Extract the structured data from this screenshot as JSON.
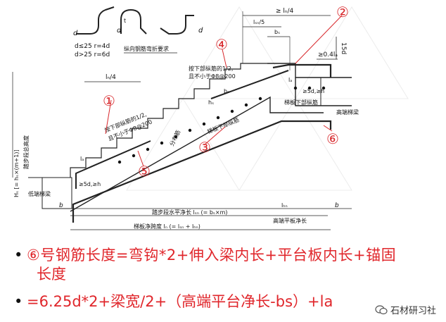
{
  "drawing": {
    "hook_note_1": "d≤25  r=4d",
    "hook_note_2": "d>25  r=6d",
    "hook_caption": "纵向钢筋弯折要求",
    "d_1": "d",
    "d_2": "d",
    "d_3": "d",
    "top_ln4": "≥ lₙ/4",
    "top_lsn5": "lₛₙ/5",
    "bs_label": "bₛ",
    "ge04": "≥0.4lₐ",
    "d15": "15d",
    "ge5d": "≥5d,≥h",
    "ln4_left": "lₙ/4",
    "upper_note_1": "按下部纵筋的1/2,",
    "upper_note_2": "且不小于Φ8@200",
    "lower_note_1": "按下部纵筋的1/2,",
    "lower_note_2": "且不小于Φ8@200",
    "dist_bar": "分布筋",
    "board_bottom": "梯板下部纵筋",
    "board_bottom2": "梯板下部纵筋",
    "high_beam": "高端梯梁",
    "low_beam": "低端梯梁",
    "hs_label": "Hₛ [= hₛ×(m+1)]",
    "step_height": "踏步段总高度",
    "la_label": "lₐ",
    "ge5dh_low": "≥5d,≥h",
    "b_left": "b",
    "b_right": "b",
    "lsn_label": "踏步段水平净长  lₛₙ (= bₛ×m)",
    "lhn": "lₕₙ",
    "high_plat": "高端平板净长",
    "board_span": "梯板净跨度  lₙ (= lₛₙ + lₕₙ)",
    "hs_small": "hₛ",
    "bs_small": "bₛ",
    "c1": "①",
    "c2": "②",
    "c3": "③",
    "c4": "④",
    "c5": "⑤",
    "c6": "⑥",
    "la_top": "lₐ",
    "t_label": "t"
  },
  "text": {
    "line1_circled": "⑥",
    "line1": "号钢筋长度=弯钩*2+伸入梁内长+平台板内长+锚固",
    "line1b": "长度",
    "line2": "=6.25d*2+梁宽/2+（高端平台净长-bs）+la"
  },
  "watermark": "石材研习社",
  "colors": {
    "accent": "#d8282c",
    "ink": "#222222"
  }
}
